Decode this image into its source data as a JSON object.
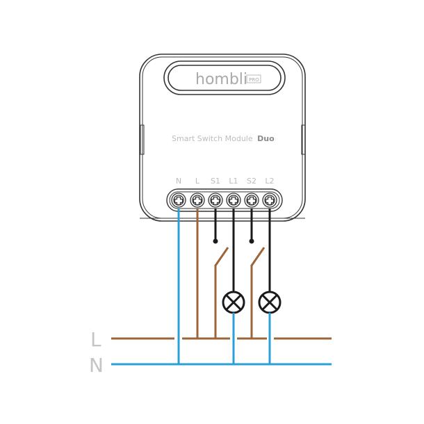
{
  "brand": {
    "name": "hombli",
    "badge": "PRO"
  },
  "module": {
    "title": "Smart Switch Module",
    "title_bold": "Duo"
  },
  "terminals": [
    "N",
    "L",
    "S1",
    "L1",
    "S2",
    "L2"
  ],
  "lines": {
    "live_label": "L",
    "neutral_label": "N"
  },
  "colors": {
    "live": "#9b6539",
    "neutral": "#2a9fd8",
    "switched": "#1a1a1a",
    "outline": "#333333",
    "label": "#c4c4c4"
  }
}
